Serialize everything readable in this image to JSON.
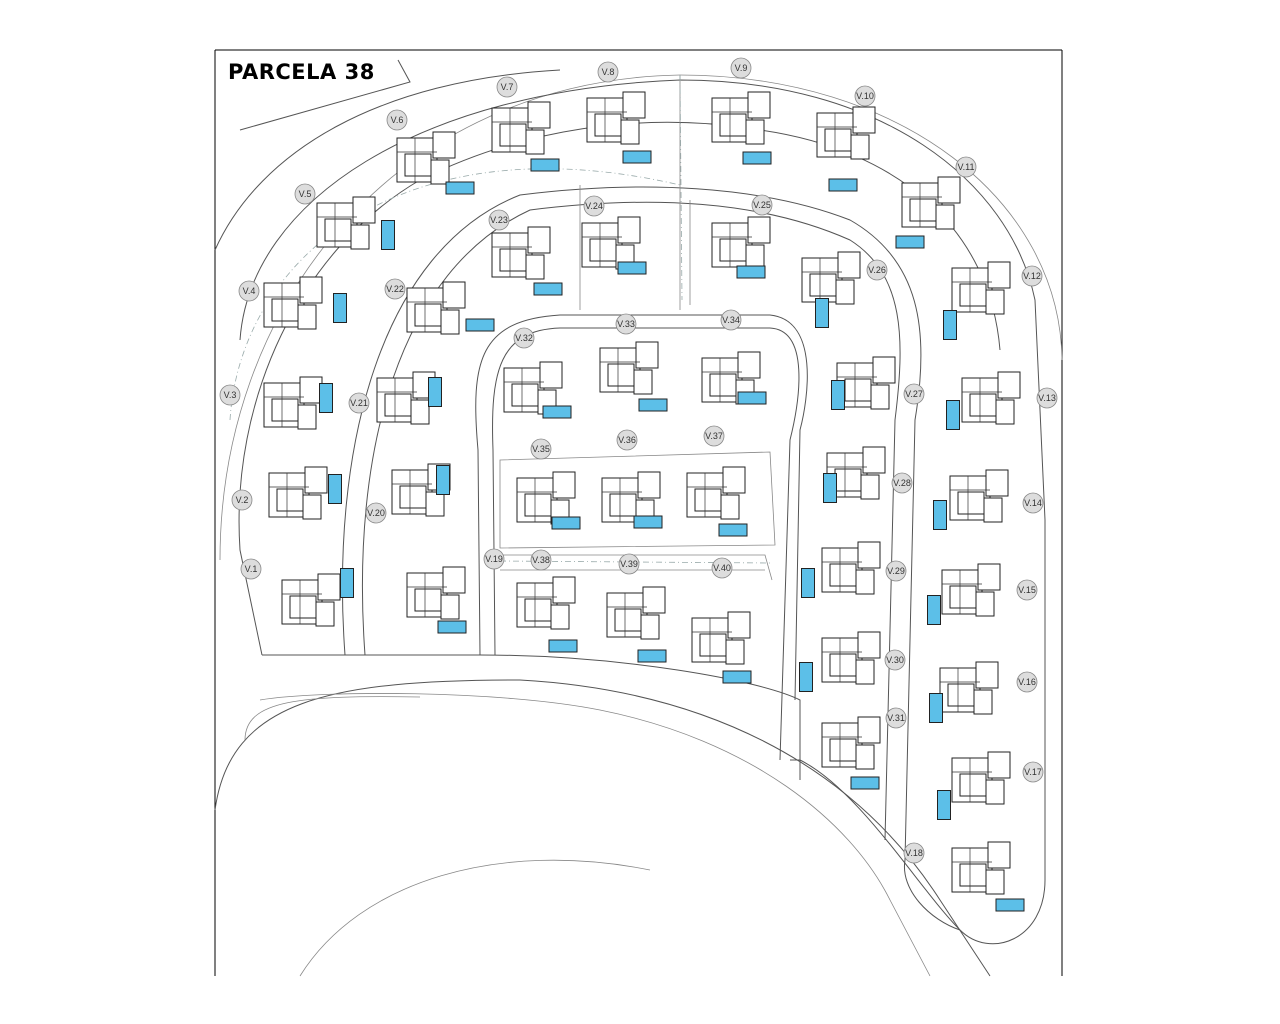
{
  "title": "PARCELA 38",
  "colors": {
    "pool": "#5cbfe8",
    "line": "#333333",
    "label_bg": "#dddddd"
  },
  "plots": [
    "V.1",
    "V.2",
    "V.3",
    "V.4",
    "V.5",
    "V.6",
    "V.7",
    "V.8",
    "V.9",
    "V.10",
    "V.11",
    "V.12",
    "V.13",
    "V.14",
    "V.15",
    "V.16",
    "V.17",
    "V.18",
    "V.19",
    "V.20",
    "V.21",
    "V.22",
    "V.23",
    "V.24",
    "V.25",
    "V.26",
    "V.27",
    "V.28",
    "V.29",
    "V.30",
    "V.31",
    "V.32",
    "V.33",
    "V.34",
    "V.35",
    "V.36",
    "V.37",
    "V.38",
    "V.39",
    "V.40"
  ]
}
